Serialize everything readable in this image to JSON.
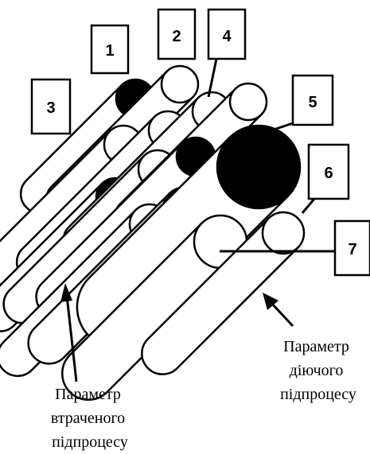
{
  "labels": {
    "n1": "1",
    "n2": "2",
    "n3": "3",
    "n4": "4",
    "n5": "5",
    "n6": "6",
    "n7": "7"
  },
  "captions": {
    "lost": [
      "Параметр",
      "втраченого",
      "підпроцесу"
    ],
    "active": [
      "Параметр",
      "діючого",
      "підпроцесу"
    ]
  },
  "colors": {
    "stroke": "#000000",
    "fill_light": "#ffffff",
    "fill_dark": "#000000"
  }
}
